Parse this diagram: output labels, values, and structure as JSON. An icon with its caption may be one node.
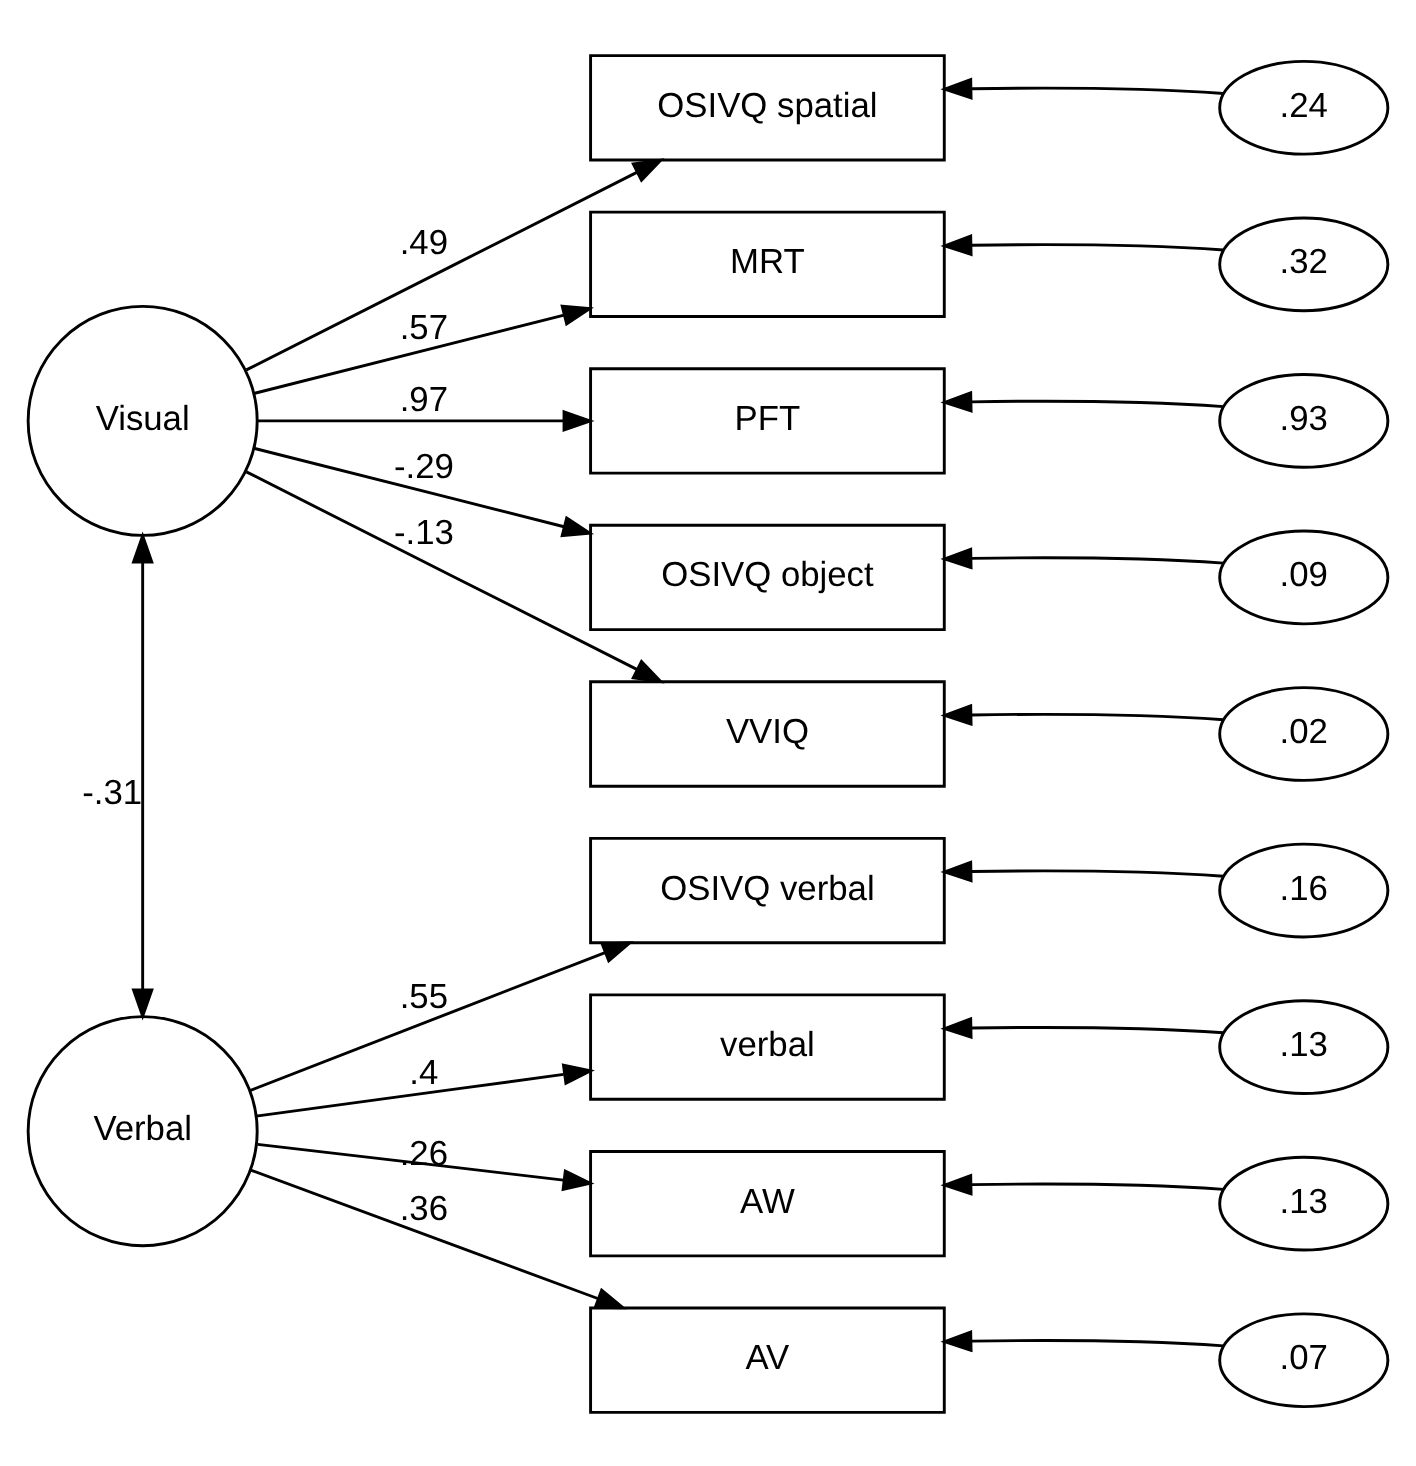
{
  "diagram": {
    "nodes": [
      {
        "text": [
          "Visual"
        ]
      },
      {
        "text": [
          "Verbal"
        ]
      },
      {
        "text": [
          "OSIVQ spatial"
        ]
      },
      {
        "text": [
          "MRT"
        ]
      },
      {
        "text": [
          "PFT"
        ]
      },
      {
        "text": [
          "OSIVQ object"
        ]
      },
      {
        "text": [
          "VVIQ"
        ]
      },
      {
        "text": [
          "OSIVQ verbal"
        ]
      },
      {
        "text": [
          "verbal"
        ]
      },
      {
        "text": [
          "AW"
        ]
      },
      {
        "text": [
          "AV"
        ]
      },
      {
        "text": [
          ".24"
        ]
      },
      {
        "text": [
          ".32"
        ]
      },
      {
        "text": [
          ".93"
        ]
      },
      {
        "text": [
          ".09"
        ]
      },
      {
        "text": [
          ".02"
        ]
      },
      {
        "text": [
          ".16"
        ]
      },
      {
        "text": [
          ".13"
        ]
      },
      {
        "text": [
          ".13"
        ]
      },
      {
        "text": [
          ".07"
        ]
      }
    ],
    "edges": [
      {
        "from": 0,
        "to": 1,
        "arrow": "both",
        "label": "-.31"
      },
      {
        "from": 0,
        "to": 2,
        "arrow": "to",
        "label": ".49"
      },
      {
        "from": 0,
        "to": 3,
        "arrow": "to",
        "label": ".57"
      },
      {
        "from": 0,
        "to": 4,
        "arrow": "to",
        "label": ".97"
      },
      {
        "from": 0,
        "to": 5,
        "arrow": "to",
        "label": "-.29"
      },
      {
        "from": 0,
        "to": 6,
        "arrow": "to",
        "label": "-.13"
      },
      {
        "from": 1,
        "to": 7,
        "arrow": "to",
        "label": ".55"
      },
      {
        "from": 1,
        "to": 8,
        "arrow": "to",
        "label": ".4"
      },
      {
        "from": 1,
        "to": 9,
        "arrow": "to",
        "label": ".26"
      },
      {
        "from": 1,
        "to": 10,
        "arrow": "to",
        "label": ".36"
      },
      {
        "from": 11,
        "to": 2,
        "arrow": "to"
      },
      {
        "from": 12,
        "to": 3,
        "arrow": "to"
      },
      {
        "from": 13,
        "to": 4,
        "arrow": "to"
      },
      {
        "from": 14,
        "to": 5,
        "arrow": "to"
      },
      {
        "from": 15,
        "to": 6,
        "arrow": "to"
      },
      {
        "from": 16,
        "to": 7,
        "arrow": "to"
      },
      {
        "from": 17,
        "to": 8,
        "arrow": "to"
      },
      {
        "from": 18,
        "to": 9,
        "arrow": "to"
      },
      {
        "from": 19,
        "to": 10,
        "arrow": "to"
      }
    ]
  }
}
